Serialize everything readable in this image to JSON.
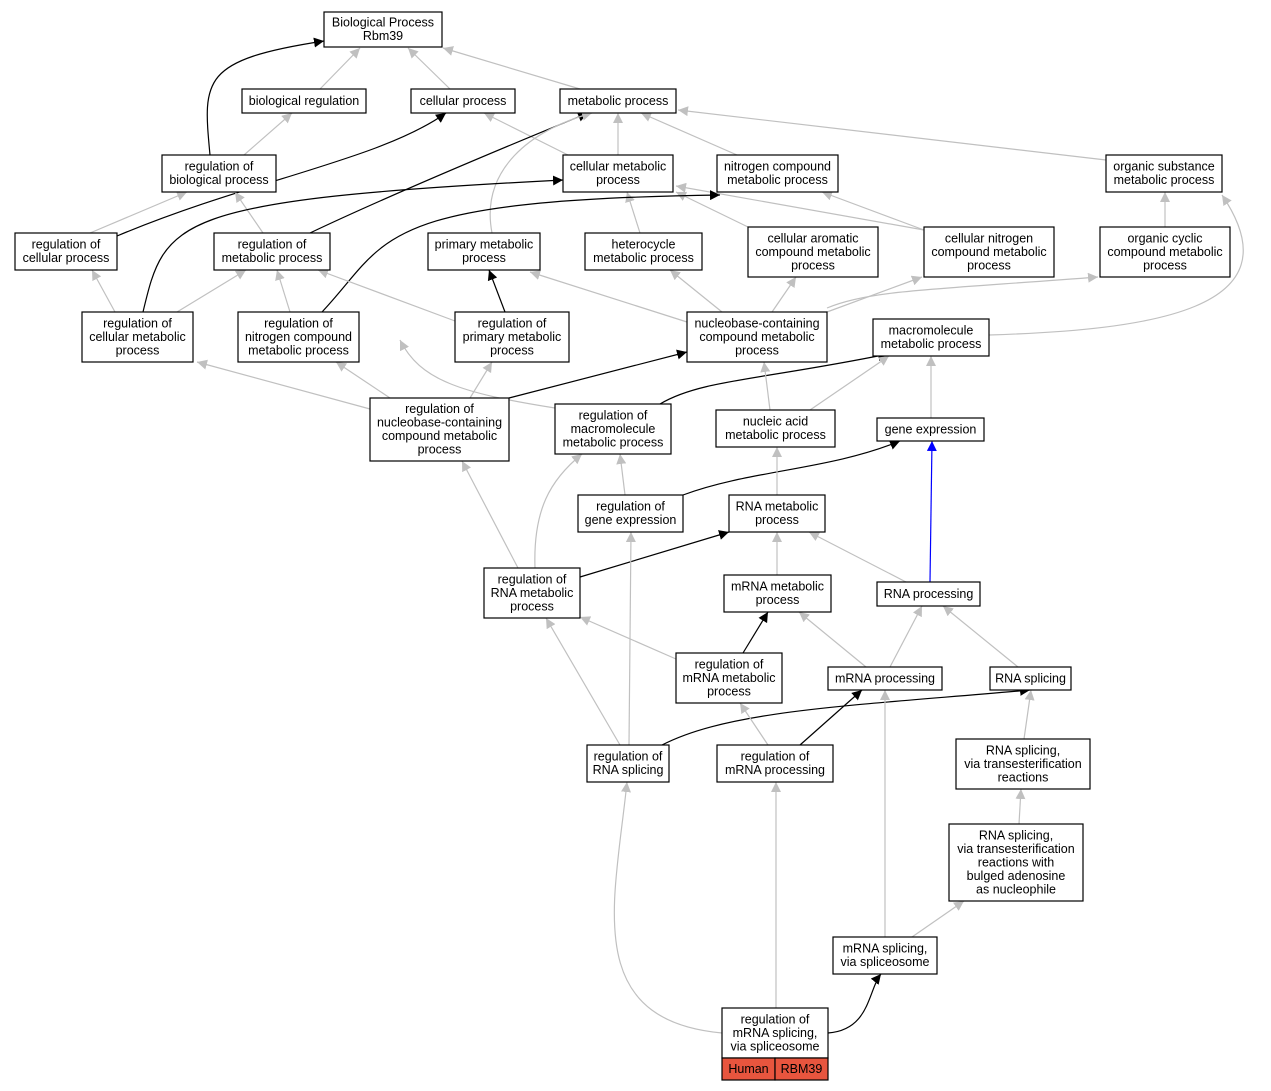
{
  "colors": {
    "is_a": "#c0c0c0",
    "regulates": "#000000",
    "part_of": "#0000ff",
    "badge": "#e8553e"
  },
  "nodes": [
    {
      "id": "root",
      "label": [
        "Biological Process",
        "Rbm39"
      ]
    },
    {
      "id": "biological_regulation",
      "label": [
        "biological regulation"
      ]
    },
    {
      "id": "cellular_process",
      "label": [
        "cellular process"
      ]
    },
    {
      "id": "metabolic_process",
      "label": [
        "metabolic process"
      ]
    },
    {
      "id": "reg_biological_process",
      "label": [
        "regulation of",
        "biological process"
      ]
    },
    {
      "id": "cellular_metabolic_process",
      "label": [
        "cellular metabolic",
        "process"
      ]
    },
    {
      "id": "nitrogen_compound_metabolic_process",
      "label": [
        "nitrogen compound",
        "metabolic process"
      ]
    },
    {
      "id": "organic_substance_metabolic_process",
      "label": [
        "organic substance",
        "metabolic process"
      ]
    },
    {
      "id": "reg_cellular_process",
      "label": [
        "regulation of",
        "cellular process"
      ]
    },
    {
      "id": "reg_metabolic_process",
      "label": [
        "regulation of",
        "metabolic process"
      ]
    },
    {
      "id": "primary_metabolic_process",
      "label": [
        "primary metabolic",
        "process"
      ]
    },
    {
      "id": "heterocycle_metabolic_process",
      "label": [
        "heterocycle",
        "metabolic process"
      ]
    },
    {
      "id": "cellular_aromatic",
      "label": [
        "cellular aromatic",
        "compound metabolic",
        "process"
      ]
    },
    {
      "id": "cellular_nitrogen",
      "label": [
        "cellular nitrogen",
        "compound metabolic",
        "process"
      ]
    },
    {
      "id": "organic_cyclic",
      "label": [
        "organic cyclic",
        "compound metabolic",
        "process"
      ]
    },
    {
      "id": "reg_cellular_metabolic",
      "label": [
        "regulation of",
        "cellular metabolic",
        "process"
      ]
    },
    {
      "id": "reg_nitrogen_compound",
      "label": [
        "regulation of",
        "nitrogen compound",
        "metabolic process"
      ]
    },
    {
      "id": "reg_primary_metabolic",
      "label": [
        "regulation of",
        "primary metabolic",
        "process"
      ]
    },
    {
      "id": "nucleobase_containing",
      "label": [
        "nucleobase-containing",
        "compound metabolic",
        "process"
      ]
    },
    {
      "id": "macromolecule_metabolic",
      "label": [
        "macromolecule",
        "metabolic process"
      ]
    },
    {
      "id": "reg_nucleobase_containing",
      "label": [
        "regulation of",
        "nucleobase-containing",
        "compound metabolic",
        "process"
      ]
    },
    {
      "id": "reg_macromolecule_metabolic",
      "label": [
        "regulation of",
        "macromolecule",
        "metabolic process"
      ]
    },
    {
      "id": "nucleic_acid_metabolic",
      "label": [
        "nucleic acid",
        "metabolic process"
      ]
    },
    {
      "id": "gene_expression",
      "label": [
        "gene expression"
      ]
    },
    {
      "id": "reg_gene_expression",
      "label": [
        "regulation of",
        "gene expression"
      ]
    },
    {
      "id": "rna_metabolic",
      "label": [
        "RNA metabolic",
        "process"
      ]
    },
    {
      "id": "reg_rna_metabolic",
      "label": [
        "regulation of",
        "RNA metabolic",
        "process"
      ]
    },
    {
      "id": "mrna_metabolic",
      "label": [
        "mRNA metabolic",
        "process"
      ]
    },
    {
      "id": "rna_processing",
      "label": [
        "RNA processing"
      ]
    },
    {
      "id": "reg_mrna_metabolic",
      "label": [
        "regulation of",
        "mRNA metabolic",
        "process"
      ]
    },
    {
      "id": "mrna_processing",
      "label": [
        "mRNA processing"
      ]
    },
    {
      "id": "rna_splicing",
      "label": [
        "RNA splicing"
      ]
    },
    {
      "id": "reg_rna_splicing",
      "label": [
        "regulation of",
        "RNA splicing"
      ]
    },
    {
      "id": "reg_mrna_processing",
      "label": [
        "regulation of",
        "mRNA processing"
      ]
    },
    {
      "id": "rna_splicing_trans",
      "label": [
        "RNA splicing,",
        "via transesterification",
        "reactions"
      ]
    },
    {
      "id": "rna_splicing_bulged",
      "label": [
        "RNA splicing,",
        "via transesterification",
        "reactions with",
        "bulged adenosine",
        "as nucleophile"
      ]
    },
    {
      "id": "mrna_splicing_spliceosome",
      "label": [
        "mRNA splicing,",
        "via spliceosome"
      ]
    },
    {
      "id": "reg_mrna_splicing",
      "label": [
        "regulation of",
        "mRNA splicing,",
        "via spliceosome"
      ]
    }
  ],
  "badge": {
    "species": "Human",
    "gene": "RBM39"
  },
  "edges": [
    {
      "from": "biological_regulation",
      "to": "root",
      "type": "is_a"
    },
    {
      "from": "cellular_process",
      "to": "root",
      "type": "is_a"
    },
    {
      "from": "metabolic_process",
      "to": "root",
      "type": "is_a"
    },
    {
      "from": "reg_biological_process",
      "to": "biological_regulation",
      "type": "is_a"
    },
    {
      "from": "reg_biological_process",
      "to": "root",
      "type": "regulates"
    },
    {
      "from": "cellular_metabolic_process",
      "to": "cellular_process",
      "type": "is_a"
    },
    {
      "from": "cellular_metabolic_process",
      "to": "metabolic_process",
      "type": "is_a"
    },
    {
      "from": "nitrogen_compound_metabolic_process",
      "to": "metabolic_process",
      "type": "is_a"
    },
    {
      "from": "organic_substance_metabolic_process",
      "to": "metabolic_process",
      "type": "is_a"
    },
    {
      "from": "reg_cellular_process",
      "to": "reg_biological_process",
      "type": "is_a"
    },
    {
      "from": "reg_cellular_process",
      "to": "cellular_process",
      "type": "regulates"
    },
    {
      "from": "reg_metabolic_process",
      "to": "reg_biological_process",
      "type": "is_a"
    },
    {
      "from": "reg_metabolic_process",
      "to": "metabolic_process",
      "type": "regulates"
    },
    {
      "from": "primary_metabolic_process",
      "to": "metabolic_process",
      "type": "is_a"
    },
    {
      "from": "heterocycle_metabolic_process",
      "to": "cellular_metabolic_process",
      "type": "is_a"
    },
    {
      "from": "cellular_aromatic",
      "to": "cellular_metabolic_process",
      "type": "is_a"
    },
    {
      "from": "cellular_nitrogen",
      "to": "cellular_metabolic_process",
      "type": "is_a"
    },
    {
      "from": "cellular_nitrogen",
      "to": "nitrogen_compound_metabolic_process",
      "type": "is_a"
    },
    {
      "from": "organic_cyclic",
      "to": "organic_substance_metabolic_process",
      "type": "is_a"
    },
    {
      "from": "reg_cellular_metabolic",
      "to": "reg_cellular_process",
      "type": "is_a"
    },
    {
      "from": "reg_cellular_metabolic",
      "to": "reg_metabolic_process",
      "type": "is_a"
    },
    {
      "from": "reg_cellular_metabolic",
      "to": "cellular_metabolic_process",
      "type": "regulates"
    },
    {
      "from": "reg_nitrogen_compound",
      "to": "reg_metabolic_process",
      "type": "is_a"
    },
    {
      "from": "reg_nitrogen_compound",
      "to": "nitrogen_compound_metabolic_process",
      "type": "regulates"
    },
    {
      "from": "reg_primary_metabolic",
      "to": "reg_metabolic_process",
      "type": "is_a"
    },
    {
      "from": "reg_primary_metabolic",
      "to": "primary_metabolic_process",
      "type": "regulates"
    },
    {
      "from": "nucleobase_containing",
      "to": "primary_metabolic_process",
      "type": "is_a"
    },
    {
      "from": "nucleobase_containing",
      "to": "heterocycle_metabolic_process",
      "type": "is_a"
    },
    {
      "from": "nucleobase_containing",
      "to": "cellular_aromatic",
      "type": "is_a"
    },
    {
      "from": "nucleobase_containing",
      "to": "cellular_nitrogen",
      "type": "is_a"
    },
    {
      "from": "nucleobase_containing",
      "to": "organic_cyclic",
      "type": "is_a"
    },
    {
      "from": "macromolecule_metabolic",
      "to": "primary_metabolic_process",
      "type": "is_a"
    },
    {
      "from": "macromolecule_metabolic",
      "to": "organic_substance_metabolic_process",
      "type": "is_a"
    },
    {
      "from": "reg_nucleobase_containing",
      "to": "reg_cellular_metabolic",
      "type": "is_a"
    },
    {
      "from": "reg_nucleobase_containing",
      "to": "reg_nitrogen_compound",
      "type": "is_a"
    },
    {
      "from": "reg_nucleobase_containing",
      "to": "reg_primary_metabolic",
      "type": "is_a"
    },
    {
      "from": "reg_nucleobase_containing",
      "to": "nucleobase_containing",
      "type": "regulates"
    },
    {
      "from": "reg_macromolecule_metabolic",
      "to": "reg_metabolic_process",
      "type": "is_a"
    },
    {
      "from": "reg_macromolecule_metabolic",
      "to": "macromolecule_metabolic",
      "type": "regulates"
    },
    {
      "from": "nucleic_acid_metabolic",
      "to": "nucleobase_containing",
      "type": "is_a"
    },
    {
      "from": "nucleic_acid_metabolic",
      "to": "macromolecule_metabolic",
      "type": "is_a"
    },
    {
      "from": "gene_expression",
      "to": "macromolecule_metabolic",
      "type": "is_a"
    },
    {
      "from": "reg_gene_expression",
      "to": "reg_macromolecule_metabolic",
      "type": "is_a"
    },
    {
      "from": "reg_gene_expression",
      "to": "gene_expression",
      "type": "regulates"
    },
    {
      "from": "rna_metabolic",
      "to": "nucleic_acid_metabolic",
      "type": "is_a"
    },
    {
      "from": "reg_rna_metabolic",
      "to": "reg_nucleobase_containing",
      "type": "is_a"
    },
    {
      "from": "reg_rna_metabolic",
      "to": "reg_macromolecule_metabolic",
      "type": "is_a"
    },
    {
      "from": "reg_rna_metabolic",
      "to": "rna_metabolic",
      "type": "regulates"
    },
    {
      "from": "mrna_metabolic",
      "to": "rna_metabolic",
      "type": "is_a"
    },
    {
      "from": "rna_processing",
      "to": "rna_metabolic",
      "type": "is_a"
    },
    {
      "from": "rna_processing",
      "to": "gene_expression",
      "type": "part_of"
    },
    {
      "from": "reg_mrna_metabolic",
      "to": "reg_rna_metabolic",
      "type": "is_a"
    },
    {
      "from": "reg_mrna_metabolic",
      "to": "mrna_metabolic",
      "type": "regulates"
    },
    {
      "from": "mrna_processing",
      "to": "mrna_metabolic",
      "type": "is_a"
    },
    {
      "from": "mrna_processing",
      "to": "rna_processing",
      "type": "is_a"
    },
    {
      "from": "rna_splicing",
      "to": "rna_processing",
      "type": "is_a"
    },
    {
      "from": "reg_rna_splicing",
      "to": "reg_rna_metabolic",
      "type": "is_a"
    },
    {
      "from": "reg_rna_splicing",
      "to": "reg_gene_expression",
      "type": "is_a"
    },
    {
      "from": "reg_rna_splicing",
      "to": "rna_splicing",
      "type": "regulates"
    },
    {
      "from": "reg_mrna_processing",
      "to": "reg_mrna_metabolic",
      "type": "is_a"
    },
    {
      "from": "reg_mrna_processing",
      "to": "mrna_processing",
      "type": "regulates"
    },
    {
      "from": "rna_splicing_trans",
      "to": "rna_splicing",
      "type": "is_a"
    },
    {
      "from": "rna_splicing_bulged",
      "to": "rna_splicing_trans",
      "type": "is_a"
    },
    {
      "from": "mrna_splicing_spliceosome",
      "to": "rna_splicing_bulged",
      "type": "is_a"
    },
    {
      "from": "mrna_splicing_spliceosome",
      "to": "mrna_processing",
      "type": "is_a"
    },
    {
      "from": "reg_mrna_splicing",
      "to": "reg_rna_splicing",
      "type": "is_a"
    },
    {
      "from": "reg_mrna_splicing",
      "to": "reg_mrna_processing",
      "type": "is_a"
    },
    {
      "from": "reg_mrna_splicing",
      "to": "mrna_splicing_spliceosome",
      "type": "regulates"
    }
  ]
}
